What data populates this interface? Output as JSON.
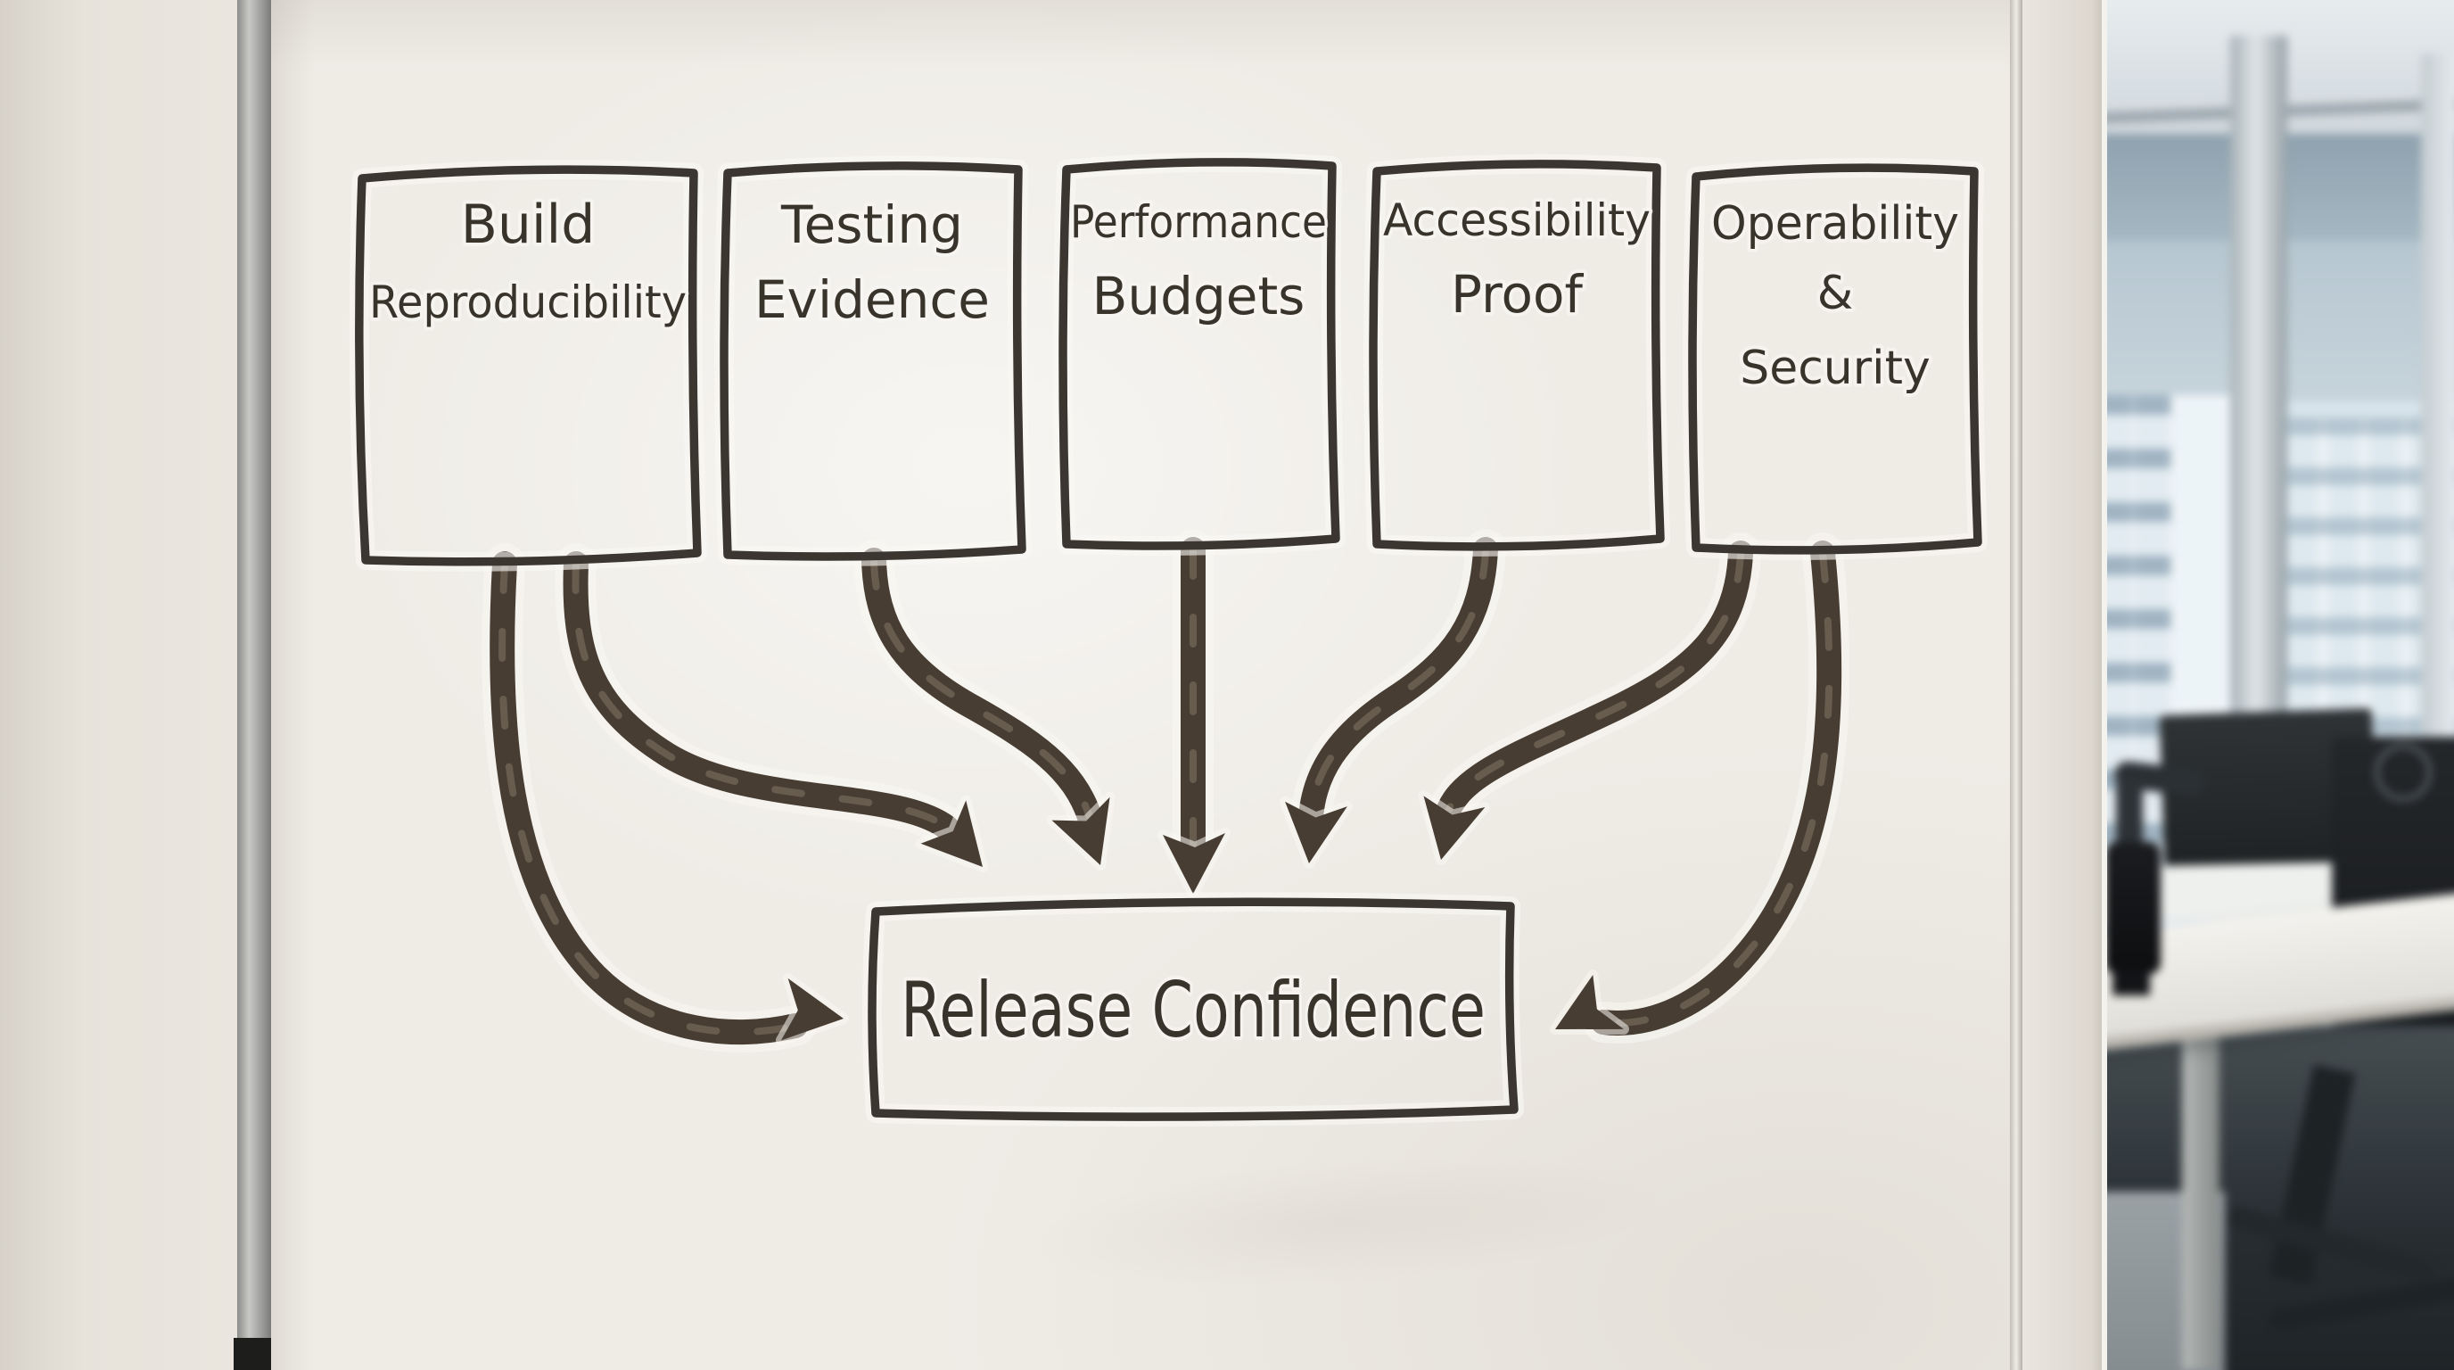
{
  "scene": {
    "description": "Photograph of a whiteboard with a hand-drawn flow diagram: five source boxes feed marker arrows into a single result box",
    "setting": "office interior visible at right edge with window, city buildings, desks, monitors and a chair"
  },
  "palette": {
    "marker_ink": "#473d33",
    "box_outline": "#3b362f",
    "whiteboard": "#efece6",
    "wall": "#e7e3db",
    "rail": "#a2a3a0",
    "window_glass": "#cfdde7",
    "monitor": "#1b1e21",
    "desk": "#f0efec",
    "floor": "#8f989d"
  },
  "diagram": {
    "source_boxes": [
      {
        "id": "build-reproducibility",
        "lines": [
          "Build",
          "Reproducibility"
        ]
      },
      {
        "id": "testing-evidence",
        "lines": [
          "Testing",
          "Evidence"
        ]
      },
      {
        "id": "performance-budgets",
        "lines": [
          "Performance",
          "Budgets"
        ]
      },
      {
        "id": "accessibility-proof",
        "lines": [
          "Accessibility",
          "Proof"
        ]
      },
      {
        "id": "operability-security",
        "lines": [
          "Operability",
          "&",
          "Security"
        ]
      }
    ],
    "target_box": {
      "id": "release-confidence",
      "label": "Release Confidence"
    },
    "arrows": [
      {
        "from": "Build Reproducibility",
        "to": "Release Confidence",
        "route": "long sweep into left side of target"
      },
      {
        "from": "Build Reproducibility",
        "to": "Release Confidence",
        "route": "s-curve to top of target"
      },
      {
        "from": "Testing Evidence",
        "to": "Release Confidence",
        "route": "s-curve to top of target"
      },
      {
        "from": "Performance Budgets",
        "to": "Release Confidence",
        "route": "straight down"
      },
      {
        "from": "Accessibility Proof",
        "to": "Release Confidence",
        "route": "s-curve to top of target"
      },
      {
        "from": "Operability & Security",
        "to": "Release Confidence",
        "route": "s-curve to top of target"
      },
      {
        "from": "Operability & Security",
        "to": "Release Confidence",
        "route": "long sweep into right side of target"
      }
    ]
  }
}
